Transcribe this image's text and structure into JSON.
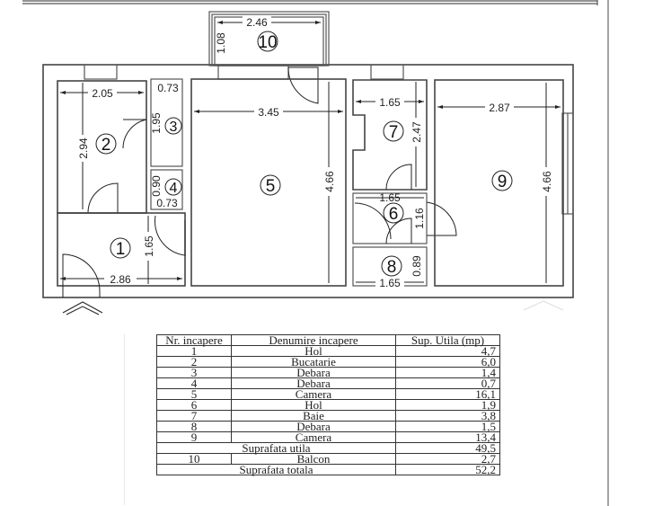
{
  "plan": {
    "rooms": [
      {
        "id": "1",
        "label": "1",
        "dims": {
          "width": "2.86",
          "height": "1.65"
        }
      },
      {
        "id": "2",
        "label": "2",
        "dims": {
          "width": "2.05",
          "height": "2.94"
        }
      },
      {
        "id": "3",
        "label": "3",
        "dims": {
          "width": "0.73",
          "height": "1.95"
        }
      },
      {
        "id": "4",
        "label": "4",
        "dims": {
          "width": "0.73",
          "height": "0.90"
        }
      },
      {
        "id": "5",
        "label": "5",
        "dims": {
          "width": "3.45",
          "height": "4.66"
        }
      },
      {
        "id": "6",
        "label": "6",
        "dims": {
          "width": "1.65",
          "height": "1.16"
        }
      },
      {
        "id": "7",
        "label": "7",
        "dims": {
          "width": "1.65",
          "height": "2.47"
        }
      },
      {
        "id": "8",
        "label": "8",
        "dims": {
          "width": "1.65",
          "height": "0.89"
        }
      },
      {
        "id": "9",
        "label": "9",
        "dims": {
          "width": "2.87",
          "height": "4.66"
        }
      },
      {
        "id": "10",
        "label": "10",
        "dims": {
          "width": "2.46",
          "height": "1.08"
        }
      }
    ],
    "entrance_icon": "entrance-chevron-icon"
  },
  "table": {
    "headers": [
      "Nr. incapere",
      "Denumire incapere",
      "Sup. Utila (mp)"
    ],
    "rows": [
      {
        "nr": "1",
        "name": "Hol",
        "area": "4,7"
      },
      {
        "nr": "2",
        "name": "Bucatarie",
        "area": "6,0"
      },
      {
        "nr": "3",
        "name": "Debara",
        "area": "1,4"
      },
      {
        "nr": "4",
        "name": "Debara",
        "area": "0,7"
      },
      {
        "nr": "5",
        "name": "Camera",
        "area": "16,1"
      },
      {
        "nr": "6",
        "name": "Hol",
        "area": "1,9"
      },
      {
        "nr": "7",
        "name": "Baie",
        "area": "3,8"
      },
      {
        "nr": "8",
        "name": "Debara",
        "area": "1,5"
      },
      {
        "nr": "9",
        "name": "Camera",
        "area": "13,4"
      }
    ],
    "subtotal": {
      "label": "Suprafata utila",
      "area": "49,5"
    },
    "balcony": {
      "nr": "10",
      "name": "Balcon",
      "area": "2,7"
    },
    "total": {
      "label": "Suprafata totala",
      "area": "52,2"
    }
  }
}
